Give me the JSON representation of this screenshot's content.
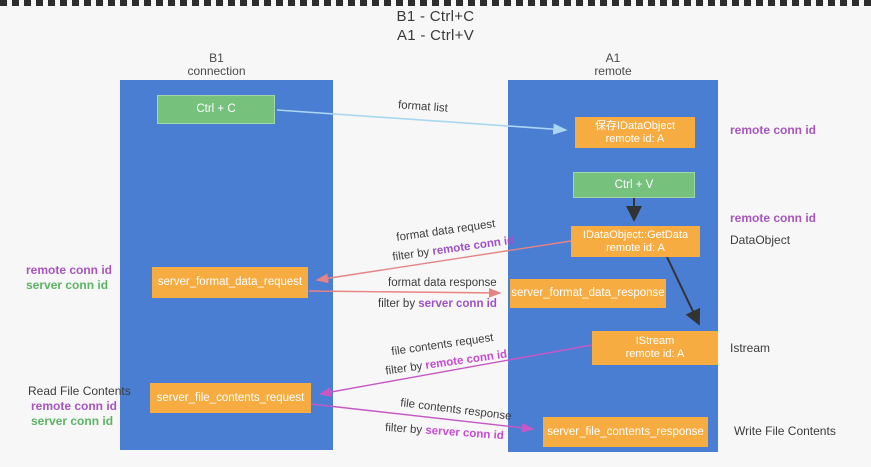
{
  "title": {
    "line1": "B1 - Ctrl+C",
    "line2": "A1 - Ctrl+V"
  },
  "lanes": {
    "left": {
      "name": "B1",
      "role": "connection"
    },
    "right": {
      "name": "A1",
      "role": "remote"
    }
  },
  "nodes": {
    "ctrl_c": "Ctrl + C",
    "ctrl_v": "Ctrl + V",
    "save_idataobject": {
      "line1": "保存IDataObject",
      "line2": "remote id: A"
    },
    "getdata": {
      "line1": "IDataObject::GetData",
      "line2": "remote id: A"
    },
    "istream": {
      "line1": "IStream",
      "line2": "remote id: A"
    },
    "server_format_data_request": "server_format_data_request",
    "server_format_data_response": "server_format_data_response",
    "server_file_contents_request": "server_file_contents_request",
    "server_file_contents_response": "server_file_contents_response"
  },
  "arrow_labels": {
    "format_list": "format list",
    "format_data_request": "format data request",
    "format_data_response": "format data response",
    "file_contents_request": "file contents request",
    "file_contents_response": "file contents response",
    "filter_by": "filter by ",
    "remote_conn_id": "remote conn id",
    "server_conn_id": "server conn id"
  },
  "side_labels": {
    "remote_conn_id": "remote conn id",
    "server_conn_id": "server conn id",
    "dataobject": "DataObject",
    "istream": "Istream",
    "read_file_contents": "Read File Contents",
    "write_file_contents": "Write File Contents"
  },
  "colors": {
    "lane_blue": "#4a7ed3",
    "node_green": "#76c17c",
    "node_orange": "#f7ac42",
    "arrow_light_blue": "#a9d7f2",
    "arrow_salmon": "#e88383",
    "arrow_magenta": "#c558c5",
    "arrow_black": "#333333",
    "text_purple": "#a855c0",
    "text_green": "#5bb564"
  }
}
